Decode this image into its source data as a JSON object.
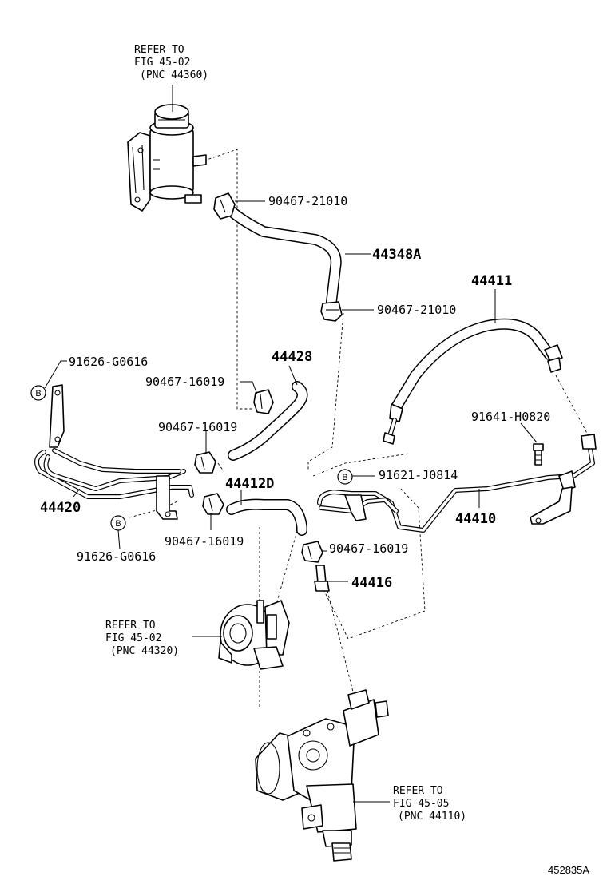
{
  "labels": {
    "reservoir_ref": {
      "line1": "REFER TO",
      "line2": "FIG 45-02",
      "line3": "(PNC 44360)"
    },
    "pump_ref": {
      "line1": "REFER TO",
      "line2": "FIG 45-02",
      "line3": "(PNC 44320)"
    },
    "gear_ref": {
      "line1": "REFER TO",
      "line2": "FIG 45-05",
      "line3": "(PNC 44110)"
    },
    "clamp_90467_21010_top": "90467-21010",
    "hose_44348A": "44348A",
    "clamp_90467_21010_mid": "90467-21010",
    "tube_44411": "44411",
    "clip_91626_G0616_top": "91626-G0616",
    "hose_44428": "44428",
    "clamp_90467_16019_a": "90467-16019",
    "clamp_90467_16019_b": "90467-16019",
    "bolt_91641_H0820": "91641-H0820",
    "bolt_91621_J0814": "91621-J0814",
    "hose_44412D": "44412D",
    "pipe_44420": "44420",
    "tube_44410": "44410",
    "clip_91626_G0616_bottom": "91626-G0616",
    "clamp_90467_16019_c": "90467-16019",
    "clamp_90467_16019_d": "90467-16019",
    "union_44416": "44416",
    "diagram_code": "452835A"
  },
  "markers": {
    "b": "B"
  }
}
